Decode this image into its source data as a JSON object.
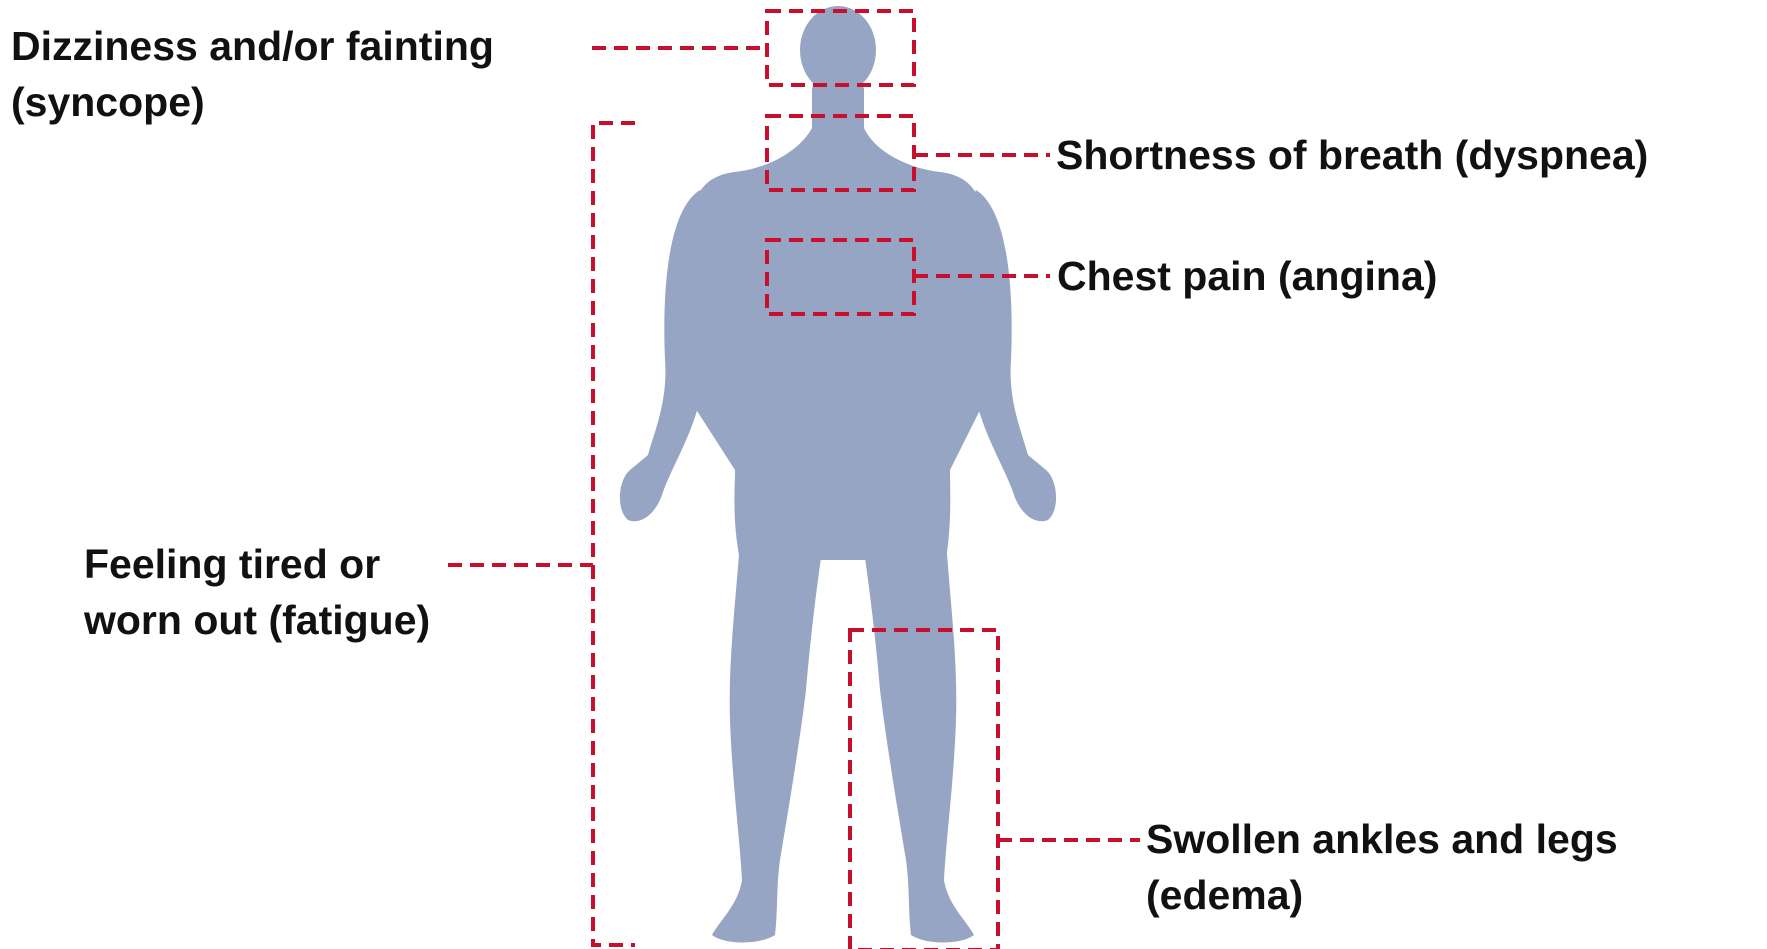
{
  "colors": {
    "body_silhouette": "#97a5c5",
    "callout_dash": "#c8102e",
    "label_text": "#111111",
    "background": "#ffffff"
  },
  "labels": {
    "dizziness": {
      "line1": "Dizziness and/or fainting",
      "line2": "(syncope)"
    },
    "dyspnea": {
      "line1": "Shortness of breath (dyspnea)"
    },
    "angina": {
      "line1": "Chest pain (angina)"
    },
    "fatigue": {
      "line1": "Feeling tired or",
      "line2": "worn out (fatigue)"
    },
    "edema": {
      "line1": "Swollen ankles and legs",
      "line2": "(edema)"
    }
  }
}
